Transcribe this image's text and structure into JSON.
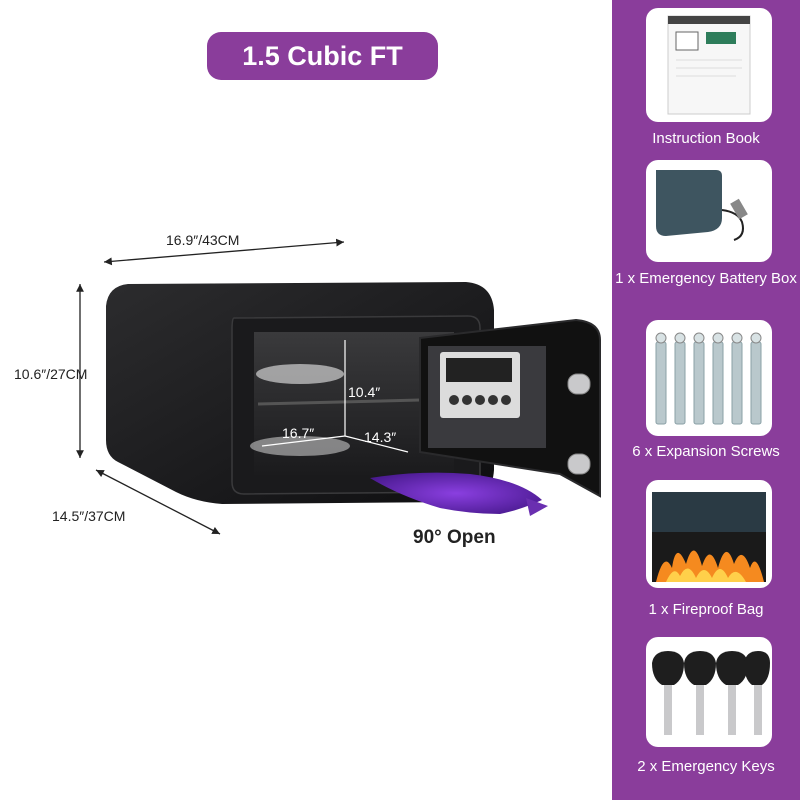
{
  "title": "1.5 Cubic FT",
  "dimensions": {
    "width": "16.9″/43CM",
    "height": "10.6″/27CM",
    "depth": "14.5″/37CM",
    "inner_height": "10.4″",
    "inner_width": "16.7″",
    "inner_depth": "14.3″"
  },
  "open_label": "90° Open",
  "accessories": [
    {
      "label": "Instruction Book",
      "icon": "instruction-book-icon"
    },
    {
      "label": "1 x Emergency Battery Box",
      "icon": "battery-box-icon"
    },
    {
      "label": "6 x Expansion Screws",
      "icon": "expansion-screw-icon"
    },
    {
      "label": "1 x Fireproof Bag",
      "icon": "fireproof-bag-icon"
    },
    {
      "label": "2 x Emergency Keys",
      "icon": "key-icon"
    }
  ],
  "colors": {
    "accent": "#8a3d9b",
    "safe_body": "#1c1c1e",
    "arc": "#6a2fb0"
  }
}
